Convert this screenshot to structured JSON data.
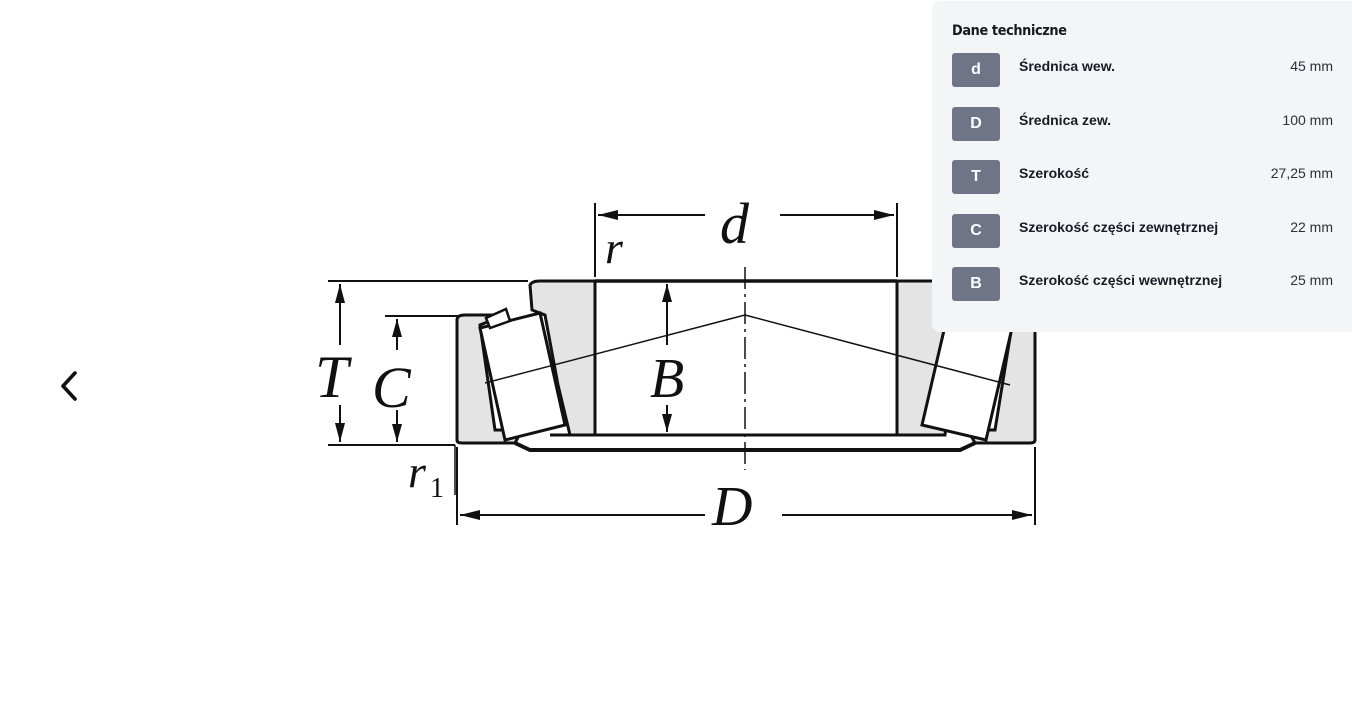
{
  "panel": {
    "title": "Dane techniczne",
    "specs": [
      {
        "symbol": "d",
        "label": "Średnica wew.",
        "value": "45 mm"
      },
      {
        "symbol": "D",
        "label": "Średnica zew.",
        "value": "100 mm"
      },
      {
        "symbol": "T",
        "label": "Szerokość",
        "value": "27,25 mm"
      },
      {
        "symbol": "C",
        "label": "Szerokość części zewnętrznej",
        "value": "22 mm"
      },
      {
        "symbol": "B",
        "label": "Szerokość części wewnętrznej",
        "value": "25 mm"
      }
    ]
  },
  "drawing": {
    "labels": {
      "d": "d",
      "r": "r",
      "T": "T",
      "C": "C",
      "B": "B",
      "r1": "r",
      "r1_sub": "1",
      "D": "D"
    }
  },
  "colors": {
    "badge": "#6f7487",
    "panel_bg": "#f4f5f7",
    "section_fill": "#e4e4e4"
  },
  "icons": {
    "prev": "chevron-left-icon"
  }
}
